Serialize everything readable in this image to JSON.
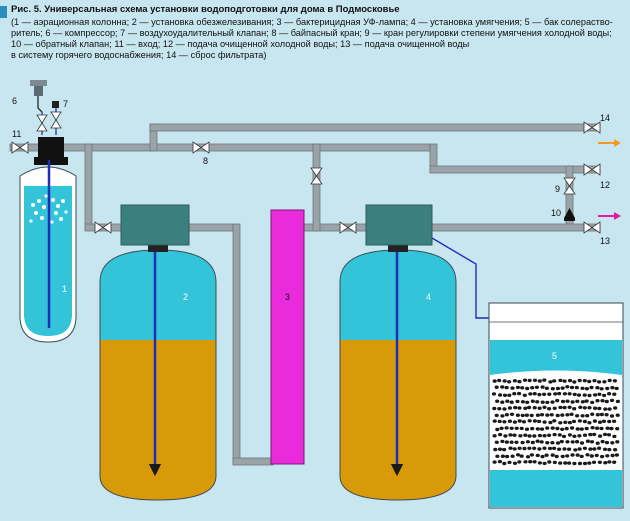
{
  "title": "Рис. 5. Универсальная схема установки водоподготовки для дома в Подмосковье",
  "legend_lines": [
    "(1 — аэрационная колонна; 2 — установка обезжелезивания; 3 — бактерицидная УФ-лампа; 4 — установка умягчения; 5 — бак солераство-",
    "ритель; 6 — компрессор; 7 — воздухоудалительный клапан; 8 — байпасный кран; 9 — кран регулировки степени умягчения холодной воды;",
    "10 — обратный клапан; 11 — вход; 12 — подача очищенной холодной воды; 13 — подача очищенной воды",
    "в систему горячего водоснабжения; 14 — сброс фильтрата)"
  ],
  "labels": {
    "n1": "1",
    "n2": "2",
    "n3": "3",
    "n4": "4",
    "n5": "5",
    "n6": "6",
    "n7": "7",
    "n8": "8",
    "n9": "9",
    "n10": "10",
    "n11": "11",
    "n12": "12",
    "n13": "13",
    "n14": "14"
  },
  "colors": {
    "background": "#c8e6ef",
    "pipe": "#9aa4a8",
    "pipe_outline": "#6d777b",
    "water": "#33c4da",
    "iron_media": "#d99a0a",
    "head": "#3c7f7f",
    "uv_lamp": "#ea2bdc",
    "flow_line": "#1f2fb8",
    "arrow_orange": "#f59a1c",
    "arrow_magenta": "#e81aa0"
  }
}
